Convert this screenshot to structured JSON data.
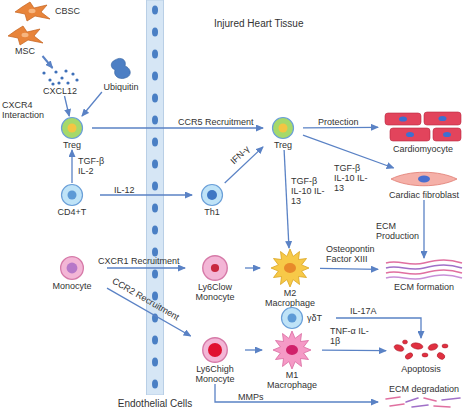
{
  "diagram": {
    "nodes": [
      {
        "text": [
          "CBSC"
        ]
      },
      {
        "text": [
          "MSC"
        ]
      },
      {
        "text": [
          "CXCL12"
        ]
      },
      {
        "text": [
          "Ubiquitin"
        ]
      },
      {
        "text": [
          "Treg"
        ]
      },
      {
        "text": [
          "CD4+T"
        ]
      },
      {
        "text": [
          "Monocyte"
        ]
      },
      {
        "text": [
          "Endothelial Cells"
        ]
      },
      {
        "text": [
          "Treg"
        ]
      },
      {
        "text": [
          "Th1"
        ]
      },
      {
        "text": [
          "Ly6Clow Monocyte"
        ]
      },
      {
        "text": [
          "M2 Macrophage"
        ]
      },
      {
        "text": [
          "Cardiomyocyte"
        ]
      },
      {
        "text": [
          "Cardiac fibroblast"
        ]
      },
      {
        "text": [
          "ECM formation"
        ]
      },
      {
        "text": [
          "γδT"
        ]
      },
      {
        "text": [
          "Ly6Chigh Monocyte"
        ]
      },
      {
        "text": [
          "M1 Macrophage"
        ]
      },
      {
        "text": [
          "Apoptosis"
        ]
      },
      {
        "text": [
          "ECM degradation"
        ]
      }
    ],
    "edges": [
      {
        "from": 1,
        "to": 2,
        "arrow": "to"
      },
      {
        "from": 2,
        "to": 4,
        "arrow": "to"
      },
      {
        "from": 3,
        "to": 4,
        "arrow": "to"
      },
      {
        "from": 5,
        "to": 4,
        "label": "TGF-β IL-2",
        "arrow": "to"
      },
      {
        "from": 4,
        "to": 8,
        "label": "CCR5 Recruitment",
        "arrow": "to"
      },
      {
        "from": 5,
        "to": 9,
        "label": "IL-12",
        "arrow": "to"
      },
      {
        "from": 9,
        "to": 8,
        "label": "IFN-γ",
        "arrow": "to"
      },
      {
        "from": 8,
        "to": 12,
        "label": "Protection",
        "arrow": "to"
      },
      {
        "from": 8,
        "to": 13,
        "label": "TGF-β IL-10 IL-13",
        "arrow": "to"
      },
      {
        "from": 8,
        "to": 11,
        "label": "TGF-β IL-10 IL-13",
        "arrow": "to"
      },
      {
        "from": 13,
        "to": 14,
        "label": "ECM Production",
        "arrow": "to"
      },
      {
        "from": 6,
        "to": 10,
        "label": "CXCR1 Recruitment",
        "arrow": "to"
      },
      {
        "from": 10,
        "to": 11,
        "arrow": "to"
      },
      {
        "from": 11,
        "to": 14,
        "label": "Osteopontin Factor XIII",
        "arrow": "to"
      },
      {
        "from": 15,
        "to": 18,
        "label": "IL-17A",
        "arrow": "to"
      },
      {
        "from": 6,
        "to": 16,
        "label": "CCR2 Recruitment",
        "arrow": "to"
      },
      {
        "from": 16,
        "to": 17,
        "arrow": "to"
      },
      {
        "from": 17,
        "to": 18,
        "label": "TNF-α IL-1β",
        "arrow": "to"
      },
      {
        "from": 16,
        "to": 19,
        "label": "MMPs",
        "arrow": "to"
      }
    ],
    "labels": [
      "Injured Heart Tissue",
      "CXCR4 Interaction"
    ]
  }
}
